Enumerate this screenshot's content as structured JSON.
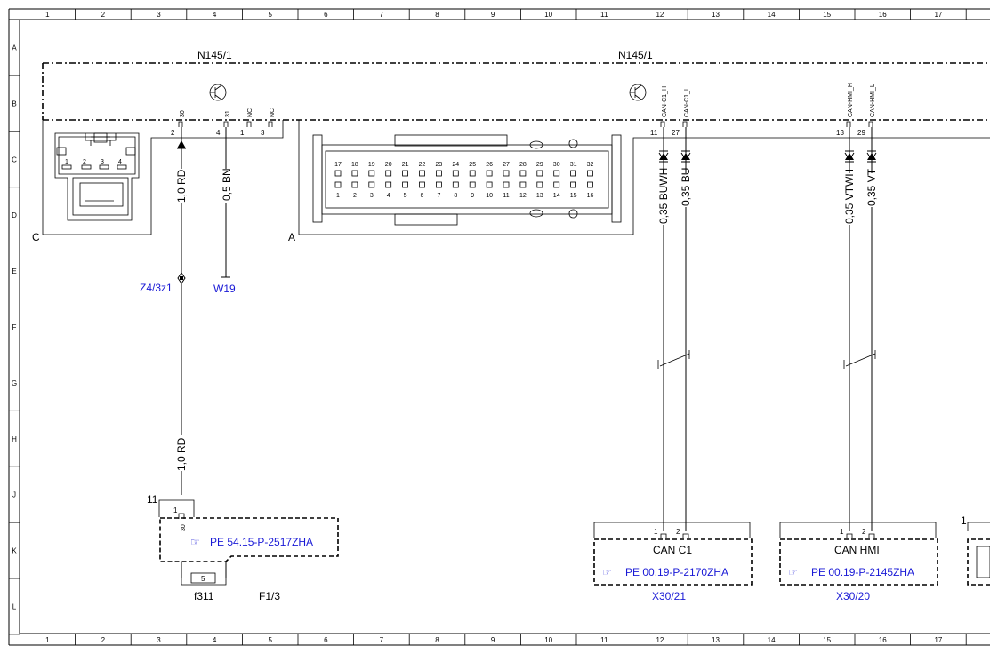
{
  "ruler": {
    "columns": [
      "1",
      "2",
      "3",
      "4",
      "5",
      "6",
      "7",
      "8",
      "9",
      "10",
      "11",
      "12",
      "13",
      "14",
      "15",
      "16",
      "17"
    ],
    "rows": [
      "A",
      "B",
      "C",
      "D",
      "E",
      "F",
      "G",
      "H",
      "J",
      "K",
      "L"
    ]
  },
  "module": {
    "name_left": "N145/1",
    "name_right": "N145/1",
    "connector_c": "C",
    "connector_a": "A",
    "pin_labels": {
      "p30": "30",
      "p31": "31",
      "nc1": "NC",
      "nc2": "NC",
      "can_c1_h": "CAN-C1_H",
      "can_c1_l": "CAN-C1_L",
      "can_hmi_h": "CAN-HMI_H",
      "can_hmi_l": "CAN-HMI_L"
    },
    "pin_numbers": {
      "n2": "2",
      "n4": "4",
      "n1": "1",
      "n3": "3",
      "n11": "11",
      "n27": "27",
      "n13": "13",
      "n29": "29"
    },
    "connector_c_pins": [
      "1",
      "2",
      "3",
      "4"
    ],
    "connector_a_top_pins": [
      "17",
      "18",
      "19",
      "20",
      "21",
      "22",
      "23",
      "24",
      "25",
      "26",
      "27",
      "28",
      "29",
      "30",
      "31",
      "32"
    ],
    "connector_a_bottom_pins": [
      "1",
      "2",
      "3",
      "4",
      "5",
      "6",
      "7",
      "8",
      "9",
      "10",
      "11",
      "12",
      "13",
      "14",
      "15",
      "16"
    ]
  },
  "wires": {
    "w1_top": "1,0 RD",
    "w1_bottom": "1,0 RD",
    "w2": "0,5 BN",
    "can_c1_h": "0,35 BUWH",
    "can_c1_l": "0,35 BU",
    "can_hmi_h": "0,35 VTWH",
    "can_hmi_l": "0,35 VT"
  },
  "refs": {
    "splice": "Z4/3z1",
    "ground": "W19",
    "pe_power": "PE 54.15-P-2517ZHA",
    "pe_can_c1": "PE 00.19-P-2170ZHA",
    "pe_can_hmi": "PE 00.19-P-2145ZHA",
    "x30_21": "X30/21",
    "x30_20": "X30/20"
  },
  "fuse": {
    "box_pin": "11",
    "pin1": "1",
    "terminal": "30",
    "fuse_no": "5",
    "fuse_name": "f311",
    "box_name": "F1/3"
  },
  "can_c1": {
    "title": "CAN C1",
    "pin1": "1",
    "pin2": "2"
  },
  "can_hmi": {
    "title": "CAN HMI",
    "pin1": "1",
    "pin2": "2"
  },
  "right_edge_pin": "1"
}
